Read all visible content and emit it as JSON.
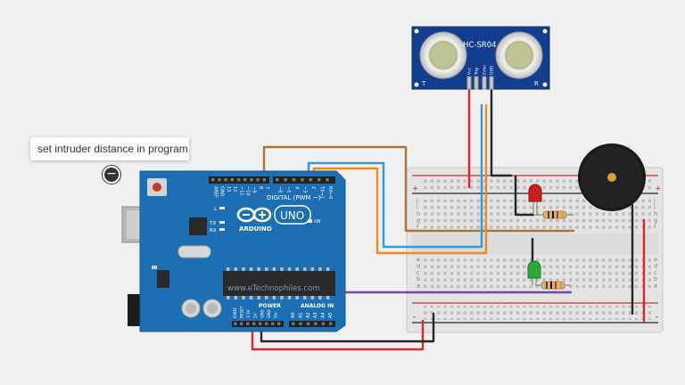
{
  "note": {
    "text": "set intruder distance in program",
    "handle_icon": "minus-icon"
  },
  "sensor": {
    "model": "HC-SR04",
    "pins": [
      "Vcc",
      "Trig",
      "Echo",
      "GND"
    ],
    "corner_left": "T",
    "corner_right": "R"
  },
  "arduino": {
    "logo_text": "ARDUINO",
    "badge": "UNO",
    "digital_label": "DIGITAL (PWM ~)",
    "power_label": "POWER",
    "analog_label": "ANALOG IN",
    "on_label": "ON",
    "tx_label": "TX",
    "rx_label": "RX",
    "l_label": "L",
    "watermark": "www.eTechnophiles.com",
    "top_pin_labels": [
      "AREF",
      "GND",
      "13",
      "12",
      "~11",
      "~10",
      "~9",
      "8",
      "7",
      "~6",
      "~5",
      "4",
      "~3",
      "2",
      "TX→1",
      "RX←0"
    ],
    "power_pin_labels": [
      "IOREF",
      "RESET",
      "3.3V",
      "5V",
      "GND",
      "GND",
      "Vin"
    ],
    "analog_pin_labels": [
      "A0",
      "A1",
      "A2",
      "A3",
      "A4",
      "A5"
    ]
  },
  "breadboard": {
    "row_letters_top": [
      "j",
      "i",
      "h",
      "g",
      "f"
    ],
    "row_letters_bottom": [
      "e",
      "d",
      "c",
      "b",
      "a"
    ],
    "plus": "+",
    "minus": "-"
  },
  "colors": {
    "wire_red": "#d8262b",
    "wire_blue": "#2f9bd9",
    "wire_orange": "#ef8b1c",
    "wire_brown": "#a9743f",
    "wire_purple": "#7a44a8",
    "wire_black": "#262626",
    "board": "#1d6fb3",
    "sensor": "#133e8f",
    "led_red": "#c8201e",
    "led_green": "#2ea83a"
  }
}
